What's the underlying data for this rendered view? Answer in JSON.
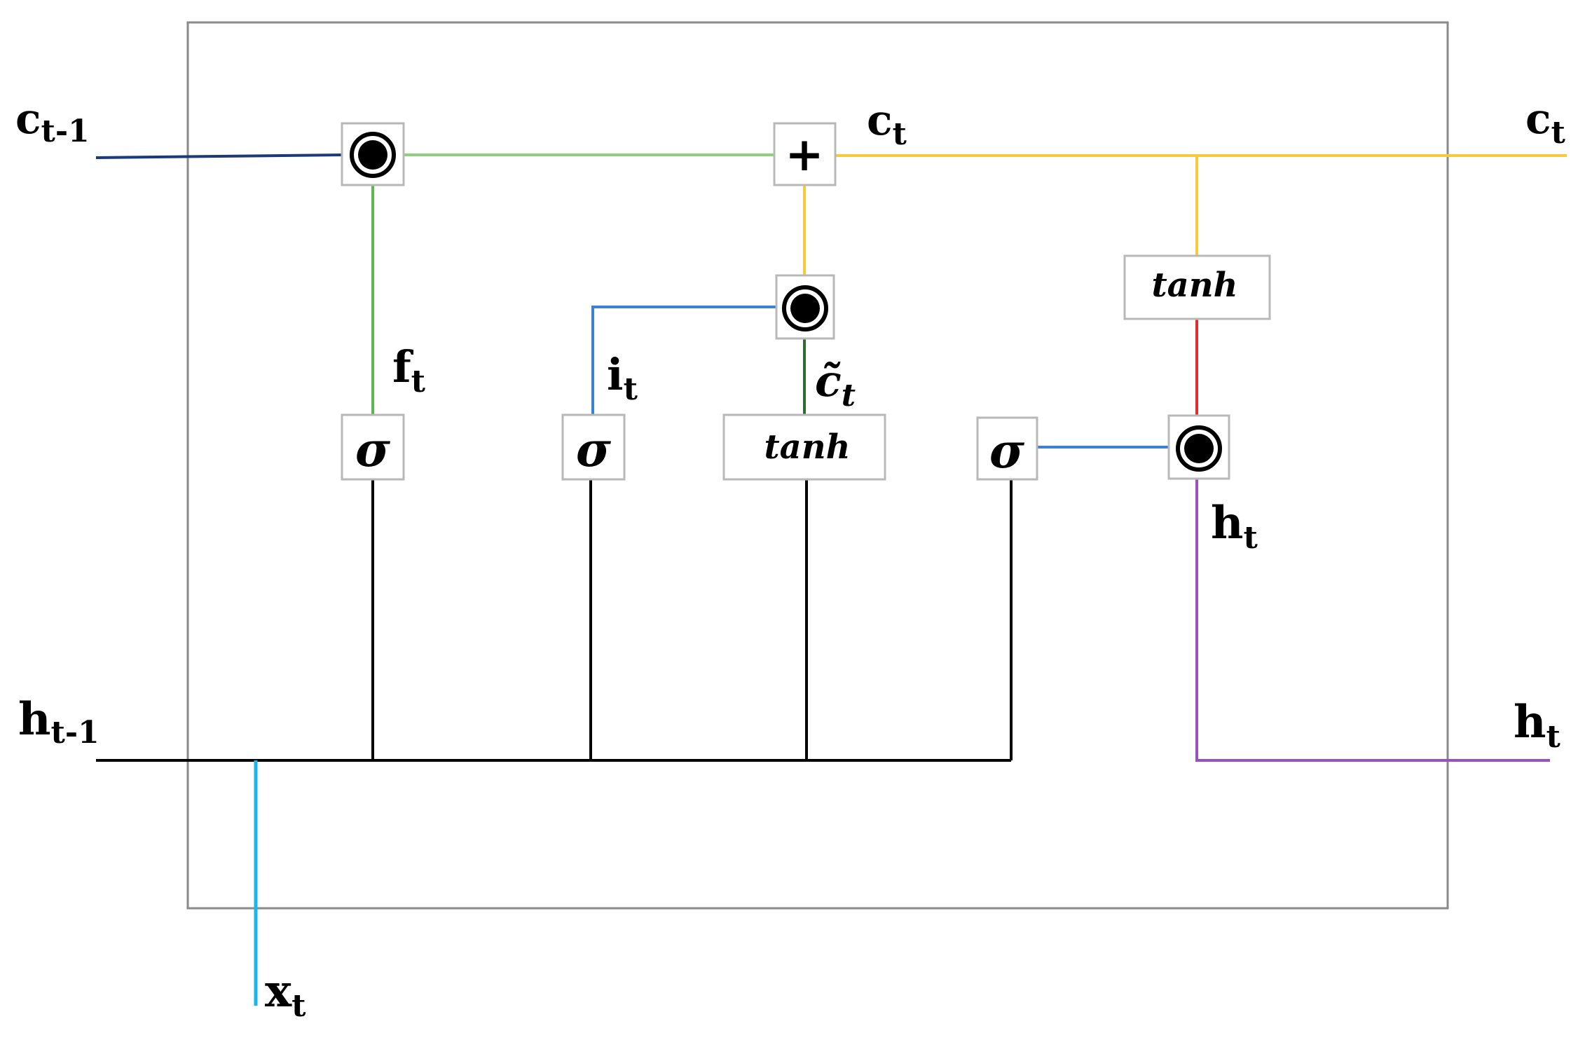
{
  "labels": {
    "c_prev": {
      "base": "c",
      "sub": "t-1"
    },
    "c_out_inner": {
      "base": "c",
      "sub": "t"
    },
    "c_out_right": {
      "base": "c",
      "sub": "t"
    },
    "f_gate": {
      "base": "f",
      "sub": "t"
    },
    "i_gate": {
      "base": "i",
      "sub": "t"
    },
    "c_tilde": {
      "base": "c̃",
      "sub": "t"
    },
    "h_inner": {
      "base": "h",
      "sub": "t"
    },
    "h_prev": {
      "base": "h",
      "sub": "t-1"
    },
    "h_out_right": {
      "base": "h",
      "sub": "t"
    },
    "x_in": {
      "base": "x",
      "sub": "t"
    }
  },
  "boxes": {
    "forget_multiply": "⊙",
    "add": "+",
    "input_multiply": "⊙",
    "output_multiply": "⊙",
    "forget_sigmoid": "σ",
    "input_sigmoid": "σ",
    "candidate_tanh": "tanh",
    "output_sigmoid": "σ",
    "cell_tanh": "tanh"
  },
  "colors": {
    "c_prev_line": "#1a3a7a",
    "forget_line": "#77c46a",
    "cell_line": "#f9c93a",
    "input_line": "#3a82d4",
    "candidate_line": "#2f6b2a",
    "tanh_to_out": "#e52b2b",
    "h_out_line": "#9b4fc4",
    "x_line": "#19b6e8",
    "h_line": "#000000"
  }
}
